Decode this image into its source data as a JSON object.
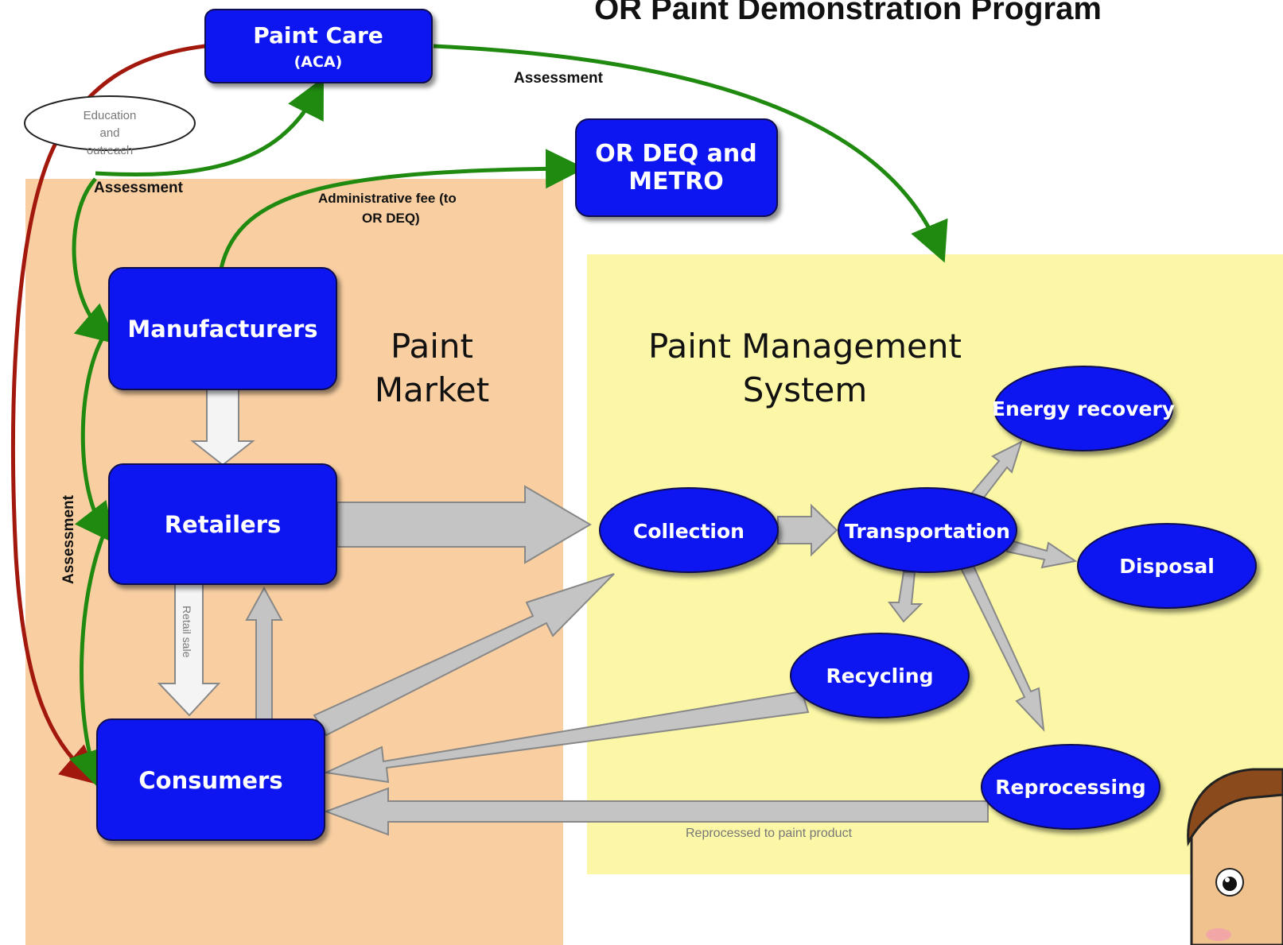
{
  "title": "OR Paint Demonstration Program",
  "colors": {
    "box_fill": "#0a12f0",
    "market_region": "#f9cfa2",
    "management_region": "#fbf7a6",
    "green_arrow": "#1f8a0f",
    "red_arrow": "#a3180d",
    "gray_arrow": "#c4c4c4"
  },
  "regions": {
    "market_line1": "Paint",
    "market_line2": "Market",
    "management_line1": "Paint Management",
    "management_line2": "System"
  },
  "boxes": {
    "paintcare_line1": "Paint Care",
    "paintcare_line2": "(ACA)",
    "ordeq_line1": "OR DEQ and",
    "ordeq_line2": "METRO",
    "manufacturers": "Manufacturers",
    "retailers": "Retailers",
    "consumers": "Consumers"
  },
  "ellipses": {
    "collection": "Collection",
    "transportation": "Transportation",
    "energy_recovery": "Energy recovery",
    "disposal": "Disposal",
    "recycling": "Recycling",
    "reprocessing": "Reprocessing",
    "education_line1": "Education",
    "education_line2": "and",
    "education_line3": "outreach"
  },
  "labels": {
    "assessment_top": "Assessment",
    "assessment_left": "Assessment",
    "assessment_vertical": "Assessment",
    "admin_fee_line1": "Administrative fee (to",
    "admin_fee_line2": "OR DEQ)",
    "retail_sale": "Retail sale",
    "reprocessed_to_paint": "Reprocessed to paint product"
  },
  "icons": {
    "mascot": "cartoon-face-icon"
  }
}
